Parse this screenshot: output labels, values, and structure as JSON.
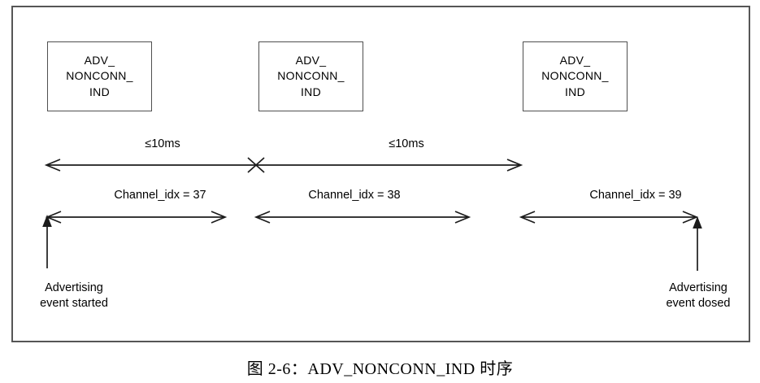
{
  "diagram": {
    "packets": [
      {
        "lines": [
          "ADV_",
          "NONCONN_",
          "IND"
        ]
      },
      {
        "lines": [
          "ADV_",
          "NONCONN_",
          "IND"
        ]
      },
      {
        "lines": [
          "ADV_",
          "NONCONN_",
          "IND"
        ]
      }
    ],
    "interval_labels": [
      "≤10ms",
      "≤10ms"
    ],
    "channel_labels": [
      "Channel_idx = 37",
      "Channel_idx = 38",
      "Channel_idx = 39"
    ],
    "event_start": {
      "line1": "Advertising",
      "line2": "event started"
    },
    "event_end": {
      "line1": "Advertising",
      "line2": "event dosed"
    }
  },
  "caption": "图 2-6：ADV_NONCONN_IND 时序",
  "colors": {
    "background": "#ffffff",
    "frame_border": "#565656",
    "box_border": "#4f4f4f",
    "line": "#1c1c1c",
    "text": "#000000"
  }
}
